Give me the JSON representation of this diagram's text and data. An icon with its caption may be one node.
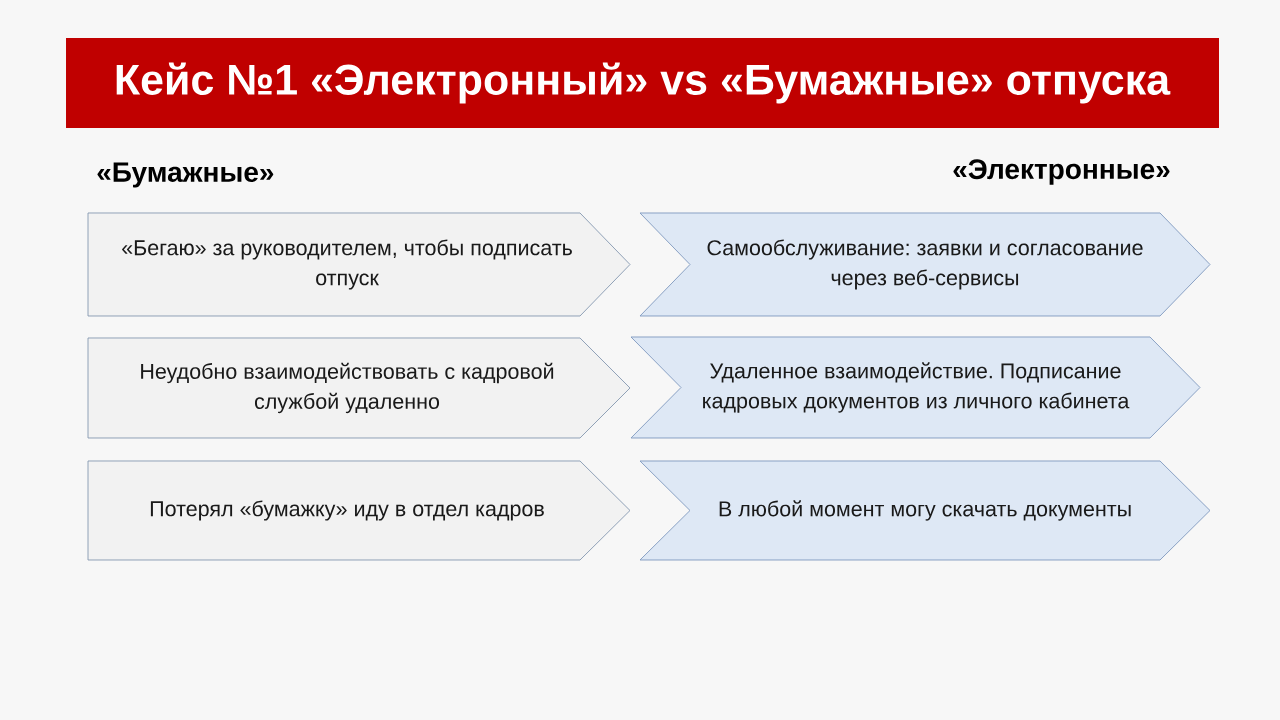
{
  "diagram": {
    "title": "Кейс №1 «Электронный» vs «Бумажные» отпуска",
    "nodes": [
      {
        "text": [
          "«Бегаю» за руководителем, чтобы подписать отпуск"
        ]
      },
      {
        "text": [
          "Самообслуживание: заявки и согласование через веб-сервисы"
        ]
      },
      {
        "text": [
          "Неудобно взаимодействовать с кадровой службой удаленно"
        ]
      },
      {
        "text": [
          "Удаленное взаимодействие. Подписание кадровых документов из личного кабинета"
        ]
      },
      {
        "text": [
          "Потерял «бумажку» иду в отдел кадров"
        ]
      },
      {
        "text": [
          "В любой момент могу скачать документы"
        ]
      }
    ],
    "labels": [
      "«Бумажные»",
      "«Электронные»"
    ]
  }
}
